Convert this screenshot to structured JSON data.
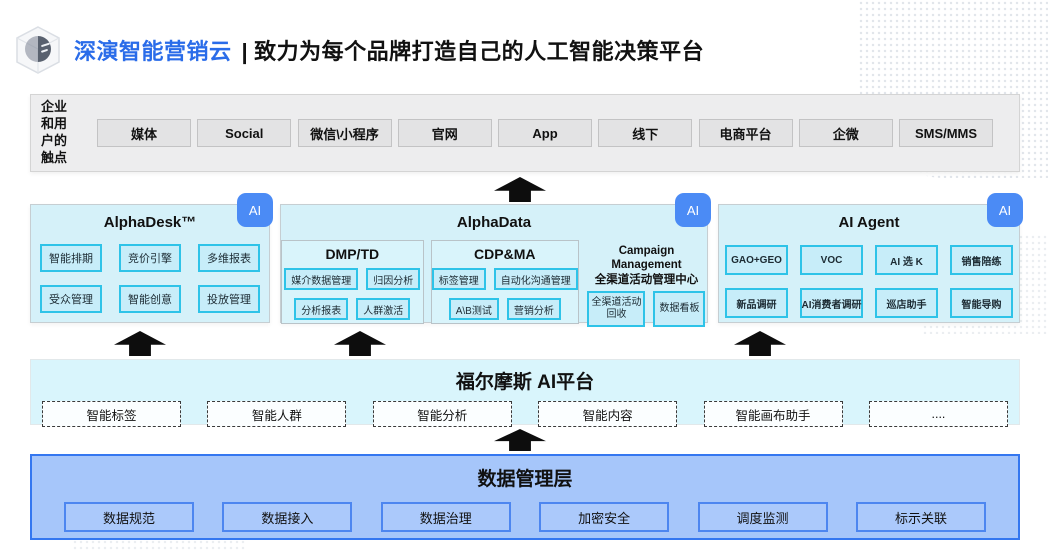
{
  "header": {
    "brand": "深演智能营销云",
    "divider": "|",
    "tagline": "致力为每个品牌打造自己的人工智能决策平台"
  },
  "touchpoints": {
    "label_lines": [
      "企业",
      "和用",
      "户的",
      "触点"
    ],
    "items": [
      "媒体",
      "Social",
      "微信\\小程序",
      "官网",
      "App",
      "线下",
      "电商平台",
      "企微",
      "SMS/MMS"
    ]
  },
  "alpha_desk": {
    "title": "AlphaDesk™",
    "badge": "AI",
    "items": [
      "智能排期",
      "竞价引擎",
      "多维报表",
      "受众管理",
      "智能创意",
      "投放管理"
    ]
  },
  "alpha_data": {
    "title": "AlphaData",
    "badge": "AI",
    "subpanels": [
      {
        "title": "DMP/TD",
        "items": [
          "媒介数据管理",
          "归因分析",
          "分析报表",
          "人群激活"
        ]
      },
      {
        "title": "CDP&MA",
        "items": [
          "标签管理",
          "自动化沟通管理",
          "A\\B测试",
          "营销分析"
        ]
      },
      {
        "title_en": "Campaign Management",
        "title_zh": "全渠道活动管理中心",
        "items": [
          "全渠道活动回收",
          "数据看板"
        ]
      }
    ]
  },
  "ai_agent": {
    "title": "AI Agent",
    "badge": "AI",
    "items": [
      "GAO+GEO",
      "VOC",
      "AI 选 K",
      "销售陪练",
      "新品调研",
      "AI消费者调研",
      "巡店助手",
      "智能导购"
    ]
  },
  "ai_platform": {
    "title": "福尔摩斯 AI平台",
    "items": [
      "智能标签",
      "智能人群",
      "智能分析",
      "智能内容",
      "智能画布助手",
      "...."
    ]
  },
  "data_layer": {
    "title": "数据管理层",
    "items": [
      "数据规范",
      "数据接入",
      "数据治理",
      "加密安全",
      "调度监测",
      "标示关联"
    ]
  },
  "colors": {
    "brand_blue": "#2a6ce9",
    "badge_blue": "#4b8bf5",
    "cyan_panel_fill": "#d5f1f9",
    "cyan_chip_border": "#2ec3e8",
    "holmes_fill": "#d9f5fc",
    "data_band_fill": "#a6c6fa",
    "data_band_border": "#3477f0",
    "touchbar_fill": "#ededee",
    "arrow_black": "#0d0d0d"
  }
}
